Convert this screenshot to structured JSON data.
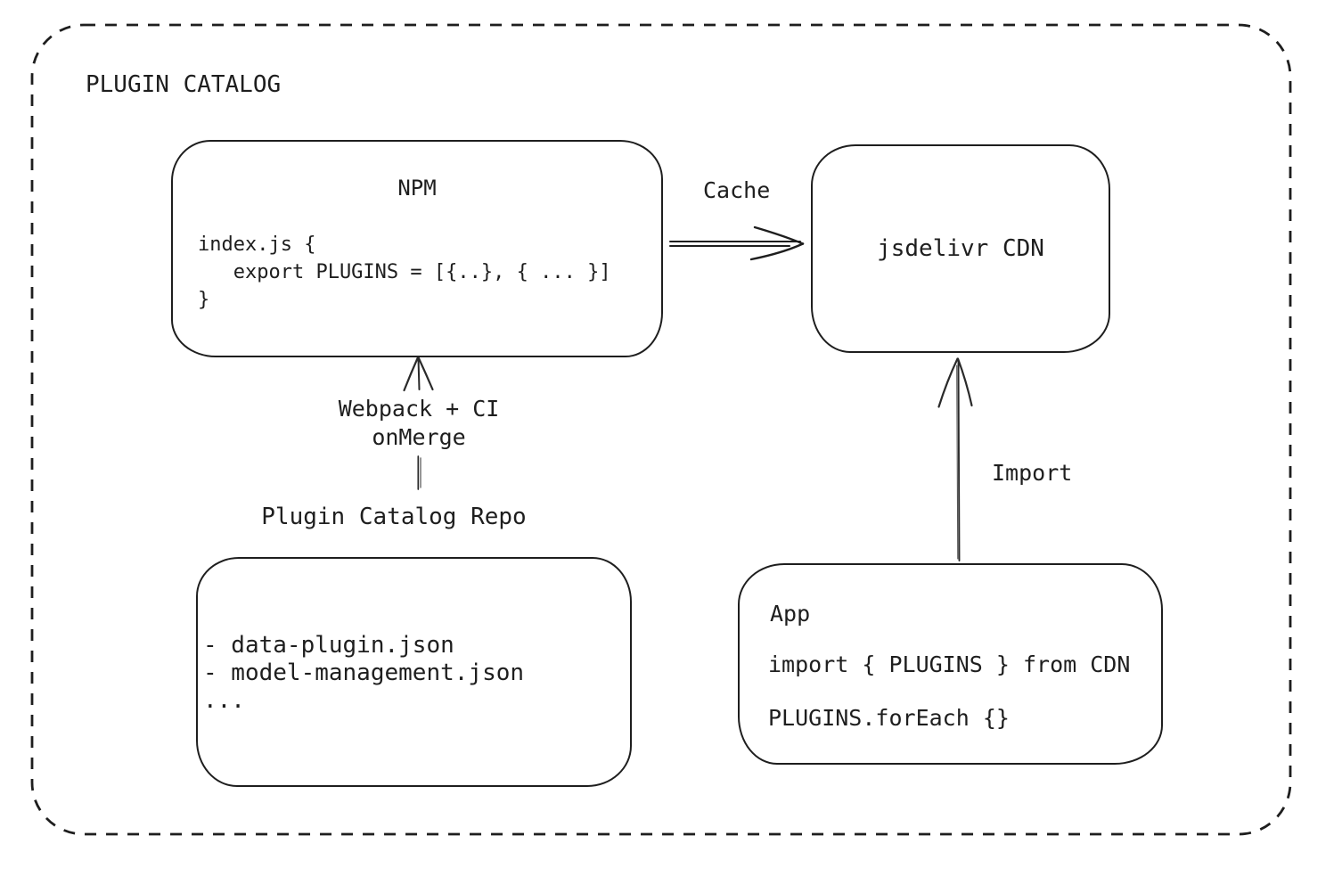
{
  "diagram": {
    "title": "PLUGIN CATALOG",
    "colors": {
      "stroke": "#1e1e1e",
      "background": "#ffffff"
    },
    "nodes": {
      "npm": {
        "title": "NPM",
        "code": "index.js {\n   export PLUGINS = [{..}, { ... }]\n}"
      },
      "cdn": {
        "label": "jsdelivr CDN"
      },
      "repo": {
        "label": "Plugin Catalog Repo",
        "files": "- data-plugin.json\n- model-management.json\n..."
      },
      "app": {
        "title": "App",
        "import_line": "import { PLUGINS } from CDN",
        "foreach_line": "PLUGINS.forEach {}"
      }
    },
    "edges": {
      "cache": {
        "label": "Cache",
        "from": "NPM",
        "to": "jsdelivr CDN"
      },
      "build": {
        "label": "Webpack + CI\nonMerge",
        "from": "Plugin Catalog Repo",
        "to": "NPM"
      },
      "import": {
        "label": "Import",
        "from": "App",
        "to": "jsdelivr CDN"
      }
    }
  }
}
